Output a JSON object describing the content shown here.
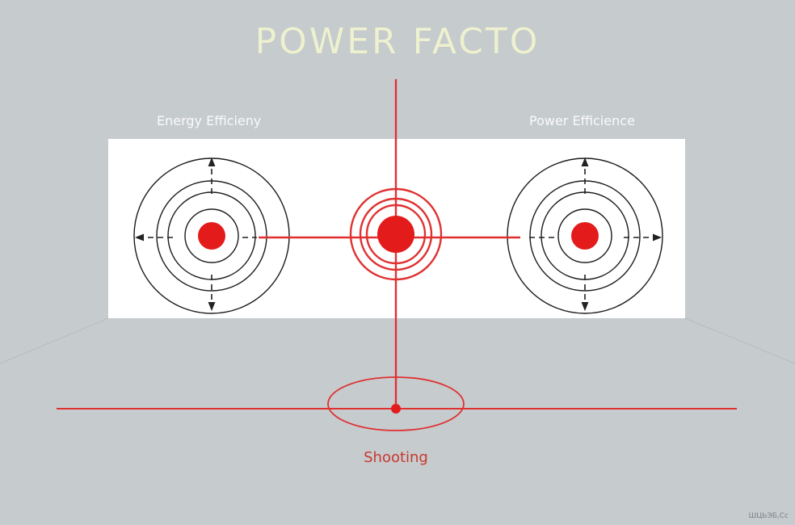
{
  "title": "POWER FACTO",
  "labels": {
    "left": "Energy Efficieny",
    "right": "Power Efficience",
    "bottom": "Shooting"
  },
  "corner_text": "ШЦЬЭБ,Сс",
  "colors": {
    "background": "#c6cbce",
    "panel": "#ffffff",
    "accent_red": "#e31b1b",
    "line_red": "#e03131",
    "title": "#eef1cf"
  }
}
